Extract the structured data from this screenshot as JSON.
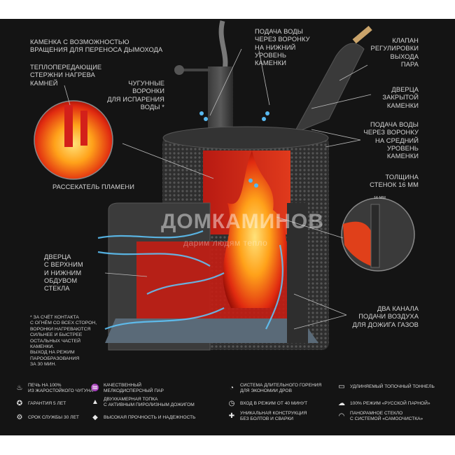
{
  "labels": {
    "rotation": "КАМЕНКА С ВОЗМОЖНОСТЬЮ\nВРАЩЕНИЯ ДЛЯ ПЕРЕНОСА ДЫМОХОДА",
    "rods": "ТЕПЛОПЕРЕДАЮЩИЕ\nСТЕРЖНИ НАГРЕВА\nКАМНЕЙ",
    "funnels": "ЧУГУННЫЕ\nВОРОНКИ\nДЛЯ ИСПАРЕНИЯ\nВОДЫ *",
    "water_lower": "ПОДАЧА ВОДЫ\nЧЕРЕЗ ВОРОНКУ\nНА НИЖНИЙ\nУРОВЕНЬ\nКАМЕНКИ",
    "valve": "КЛАПАН\nРЕГУЛИРОВКИ\nВЫХОДА\nПАРА",
    "closed_door": "ДВЕРЦА\nЗАКРЫТОЙ\nКАМЕНКИ",
    "water_middle": "ПОДАЧА ВОДЫ\nЧЕРЕЗ ВОРОНКУ\nНА СРЕДНИЙ\nУРОВЕНЬ\nКАМЕНКИ",
    "wall": "ТОЛЩИНА\nСТЕНОК 16 ММ",
    "wall_dim": "16 ММ",
    "flame_divider": "РАССЕКАТЕЛЬ ПЛАМЕНИ",
    "glass_door": "ДВЕРЦА\nС ВЕРХНИМ\nИ НИЖНИМ\nОБДУВОМ\nСТЕКЛА",
    "air_channels": "ДВА КАНАЛА\nПОДАЧИ ВОЗДУХА\nДЛЯ ДОЖИГА ГАЗОВ",
    "footnote": "* ЗА СЧЁТ КОНТАКТА\nС ОГНЁМ СО ВСЕХ СТОРОН,\nВОРОНКИ НАГРЕВАЮТСЯ\nСИЛЬНЕЕ И БЫСТРЕЕ\nОСТАЛЬНЫХ ЧАСТЕЙ\nКАМЕНКИ.\nВЫХОД НА РЕЖИМ\nПАРООБРАЗОВАНИЯ\nЗА 30 МИН."
  },
  "watermark": {
    "brand": "ДОМКАМИНОВ",
    "slogan": "дарим людям тепло"
  },
  "features": [
    {
      "icon": "cast-iron-icon",
      "glyph": "♨",
      "text": "ПЕЧЬ НА 100%\nИЗ ЖАРОСТОЙКОГО ЧУГУНА"
    },
    {
      "icon": "steam-icon",
      "glyph": "♒",
      "text": "КАЧЕСТВЕННЫЙ\nМЕЛКОДИСПЕРСНЫЙ ПАР"
    },
    {
      "icon": "long-burn-icon",
      "glyph": "◔",
      "text": "СИСТЕМА ДЛИТЕЛЬНОГО ГОРЕНИЯ\nДЛЯ ЭКОНОМИИ ДРОВ"
    },
    {
      "icon": "tunnel-icon",
      "glyph": "▭",
      "text": "УДЛИНЯЕМЫЙ ТОПОЧНЫЙ ТОННЕЛЬ"
    },
    {
      "icon": "warranty-icon",
      "glyph": "✪",
      "text": "ГАРАНТИЯ 5 ЛЕТ"
    },
    {
      "icon": "flame-icon",
      "glyph": "▲",
      "text": "ДВУХКАМЕРНАЯ ТОПКА\nС АКТИВНЫМ ПИРОЛИЗНЫМ ДОЖИГОМ"
    },
    {
      "icon": "timer-icon",
      "glyph": "◷",
      "text": "ВХОД В РЕЖИМ ОТ 40 МИНУТ"
    },
    {
      "icon": "russian-steam-icon",
      "glyph": "☁",
      "text": "100% РЕЖИМ «РУССКОЙ ПАРНОЙ»"
    },
    {
      "icon": "gear-icon",
      "glyph": "⚙",
      "text": "СРОК СЛУЖБЫ 30 ЛЕТ"
    },
    {
      "icon": "diamond-icon",
      "glyph": "◆",
      "text": "ВЫСОКАЯ ПРОЧНОСТЬ И НАДЕЖНОСТЬ"
    },
    {
      "icon": "puzzle-icon",
      "glyph": "✚",
      "text": "УНИКАЛЬНАЯ КОНСТРУКЦИЯ\nБЕЗ БОЛТОВ И СВАРКИ"
    },
    {
      "icon": "panorama-icon",
      "glyph": "◠",
      "text": "ПАНОРАМНОЕ СТЕКЛО\nС СИСТЕМОЙ «САМООЧИСТКА»"
    }
  ]
}
